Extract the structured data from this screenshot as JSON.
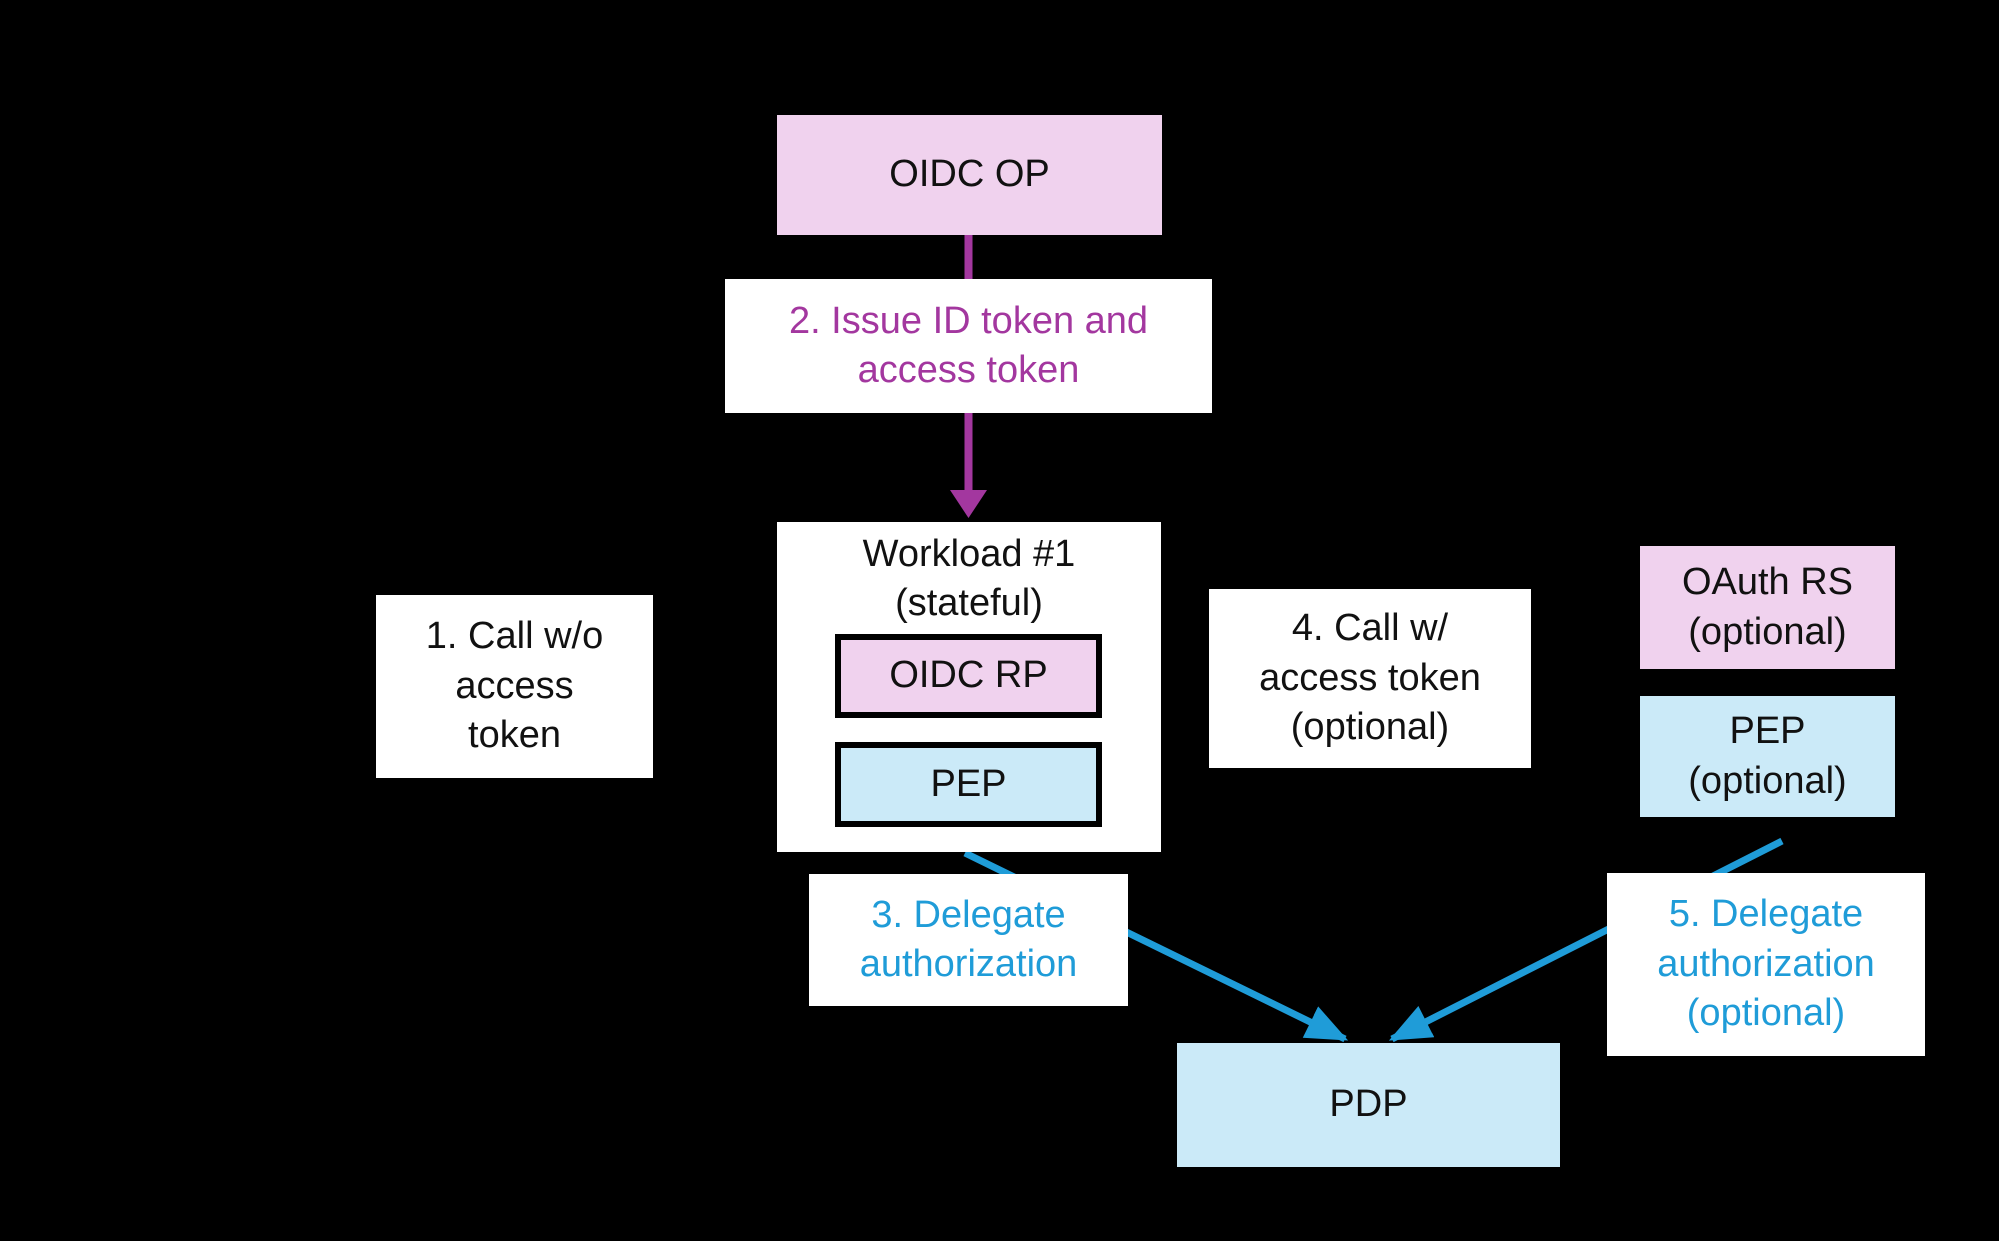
{
  "diagram": {
    "nodes": {
      "oidc_op": {
        "label": "OIDC OP"
      },
      "workload": {
        "title": "Workload #1\n(stateful)"
      },
      "oidc_rp": {
        "label": "OIDC RP"
      },
      "pep": {
        "label": "PEP"
      },
      "oauth_rs": {
        "label": "OAuth RS\n(optional)"
      },
      "pep_optional": {
        "label": "PEP\n(optional)"
      },
      "pdp": {
        "label": "PDP"
      }
    },
    "steps": {
      "step1": {
        "label": "1. Call w/o\naccess\ntoken"
      },
      "step2": {
        "label": "2. Issue ID token and\naccess token"
      },
      "step3": {
        "label": "3. Delegate\nauthorization"
      },
      "step4": {
        "label": "4. Call w/\naccess token\n(optional)"
      },
      "step5": {
        "label": "5. Delegate\nauthorization\n(optional)"
      }
    },
    "colors": {
      "background": "#000000",
      "pink_fill": "#f0d2ee",
      "blue_fill": "#cbeaf8",
      "white_fill": "#ffffff",
      "magenta": "#a3379f",
      "blue": "#1f9cd8",
      "text": "#111111"
    }
  }
}
